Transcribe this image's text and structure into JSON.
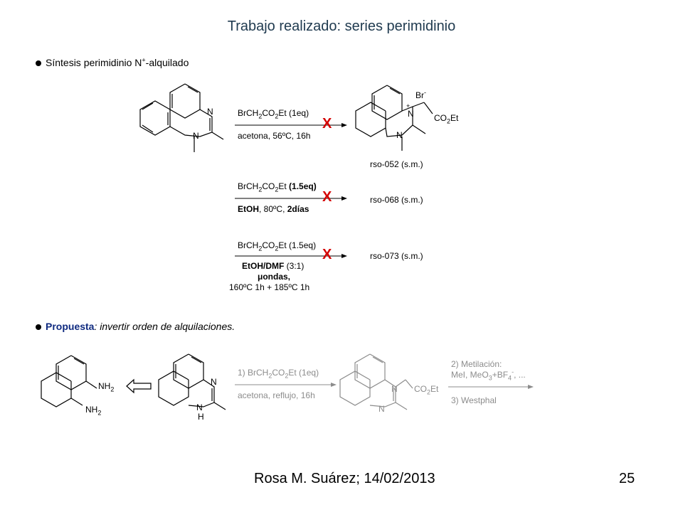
{
  "slide": {
    "title": "Trabajo realizado: series perimidinio",
    "bullet1": {
      "text": "Síntesis perimidinio N",
      "sup": "+",
      "tail": "-alquilado"
    },
    "bullet2": {
      "bold": "Propuesta",
      "rest": ": invertir orden de alquilaciones."
    },
    "footer": {
      "author_date": "Rosa M. Suárez; 14/02/2013",
      "page": "25"
    }
  },
  "scheme1": {
    "reagent_a": {
      "pre": "BrCH",
      "s1": "2",
      "mid": "CO",
      "s2": "2",
      "post": "Et (1eq)"
    },
    "conditions_a": "acetona, 56ºC, 16h",
    "product_code": "rso-052 (s.m.)",
    "product_labels": {
      "anion": "Br",
      "anion_charge": "-",
      "ester": "CO",
      "ester_sub": "2",
      "ester_tail": "Et",
      "n": "N",
      "n_plus": "+"
    },
    "reagent_b": {
      "pre": "BrCH",
      "s1": "2",
      "mid": "CO",
      "s2": "2",
      "post": "Et ",
      "bold": "(1.5eq)"
    },
    "conditions_b": {
      "bold": "EtOH",
      "rest": ", 80ºC, ",
      "bold2": "2días"
    },
    "result_b": "rso-068 (s.m.)",
    "reagent_c": {
      "pre": "BrCH",
      "s1": "2",
      "mid": "CO",
      "s2": "2",
      "post": "Et (1.5eq)"
    },
    "conditions_c": {
      "line1_bold": "EtOH/DMF",
      "line1_rest": " (3:1)",
      "line2": "μondas,",
      "line3": "160ºC 1h + 185ºC 1h"
    },
    "result_c": "rso-073 (s.m.)",
    "fail_mark": "X"
  },
  "scheme2": {
    "diamine": {
      "nh2_top": "NH",
      "nh2_bottom": "NH",
      "sub": "2"
    },
    "perimidine": {
      "n_top": "N",
      "n_bottom": "N",
      "h": "H"
    },
    "step1_reagent": {
      "pre": "1) BrCH",
      "s1": "2",
      "mid": "CO",
      "s2": "2",
      "post": "Et (1eq)"
    },
    "step1_conditions": "acetona, reflujo, 16h",
    "intermediate": {
      "n_top": "N",
      "n_bottom": "N",
      "ester": "CO",
      "ester_sub": "2",
      "ester_tail": "Et"
    },
    "step2_line1": "2) Metilación:",
    "step2_line2": {
      "pre": "MeI, MeO",
      "s1": "3",
      "mid": "+BF",
      "s2": "4",
      "sup": "-",
      "post": ", ..."
    },
    "step3": "3) Westphal"
  },
  "colors": {
    "title": "#1f3a4f",
    "accent": "#0f2a80",
    "fail": "#d40000",
    "faded": "#8c8c8c"
  }
}
